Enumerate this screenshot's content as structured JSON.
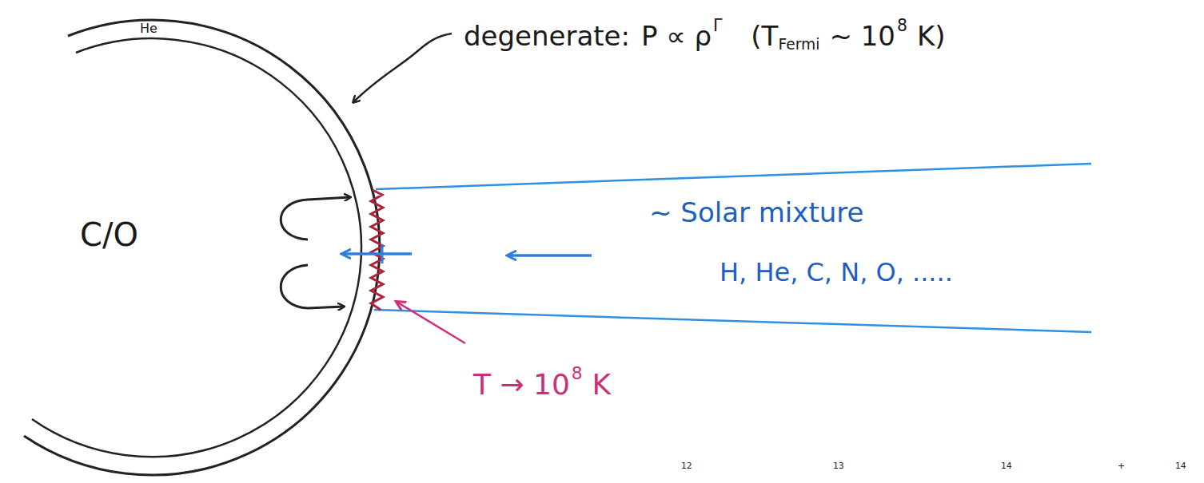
{
  "diagram": {
    "labels": [
      "He",
      "degenerate:",
      "P ∝ ρ",
      "Γ",
      "(T",
      "Fermi",
      "~ 10",
      "8",
      "K)",
      "C/O",
      "~ Solar mixture",
      "H, He, C, N, O, .....",
      "T → 10",
      "8",
      "K",
      "12",
      "13",
      "14",
      "+",
      "14"
    ]
  }
}
